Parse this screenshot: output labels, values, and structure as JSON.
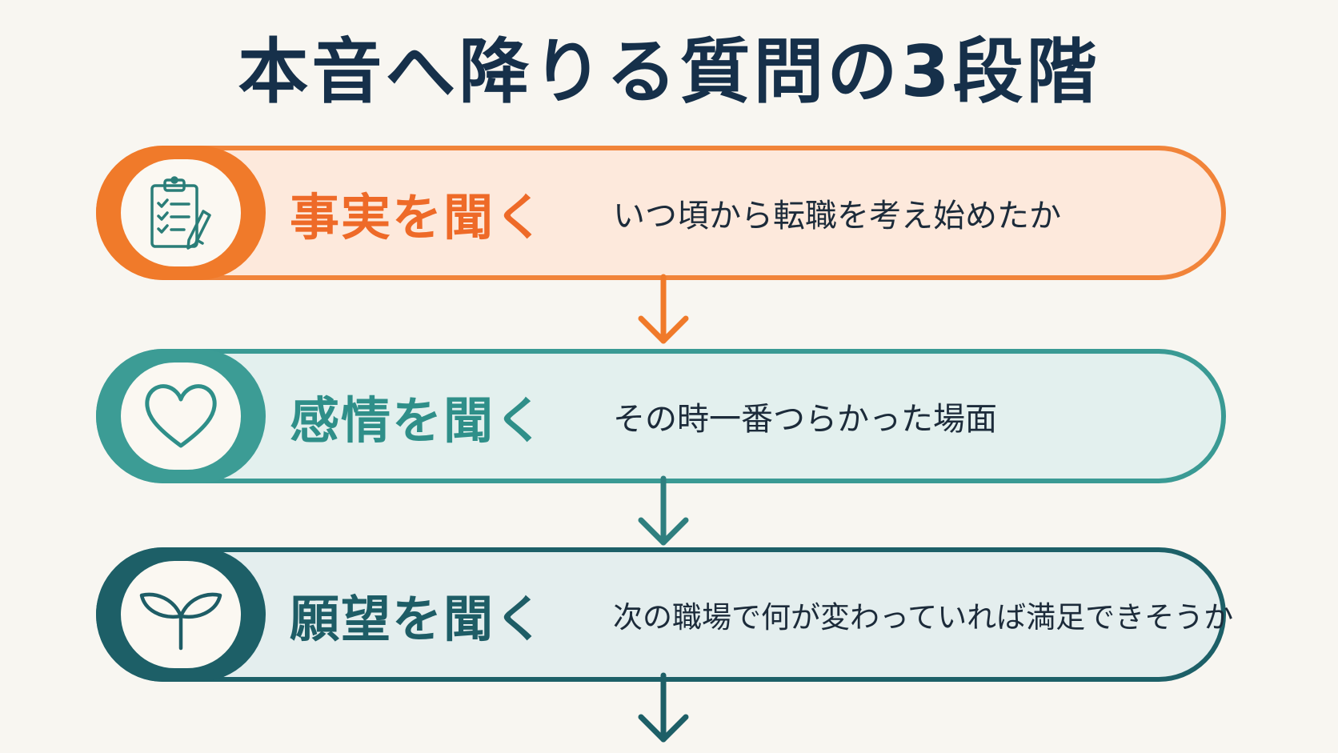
{
  "title": "本音へ降りる質問の3段階",
  "steps": [
    {
      "label": "事実を聞く",
      "description": "いつ頃から転職を考え始めたか",
      "icon": "clipboard-icon",
      "color": "#f07a2a"
    },
    {
      "label": "感情を聞く",
      "description": "その時一番つらかった場面",
      "icon": "heart-icon",
      "color": "#3c9c95"
    },
    {
      "label": "願望を聞く",
      "description": "次の職場で何が変わっていれば満足できそうか",
      "icon": "sprout-icon",
      "color": "#1d5f67"
    }
  ],
  "arrows": [
    {
      "icon": "arrow-down-icon",
      "color": "#f07a2a"
    },
    {
      "icon": "arrow-down-icon",
      "color": "#2f7f7f"
    },
    {
      "icon": "arrow-down-icon",
      "color": "#1d5f67"
    }
  ],
  "colors": {
    "background": "#f8f6f1",
    "title": "#16304a"
  }
}
